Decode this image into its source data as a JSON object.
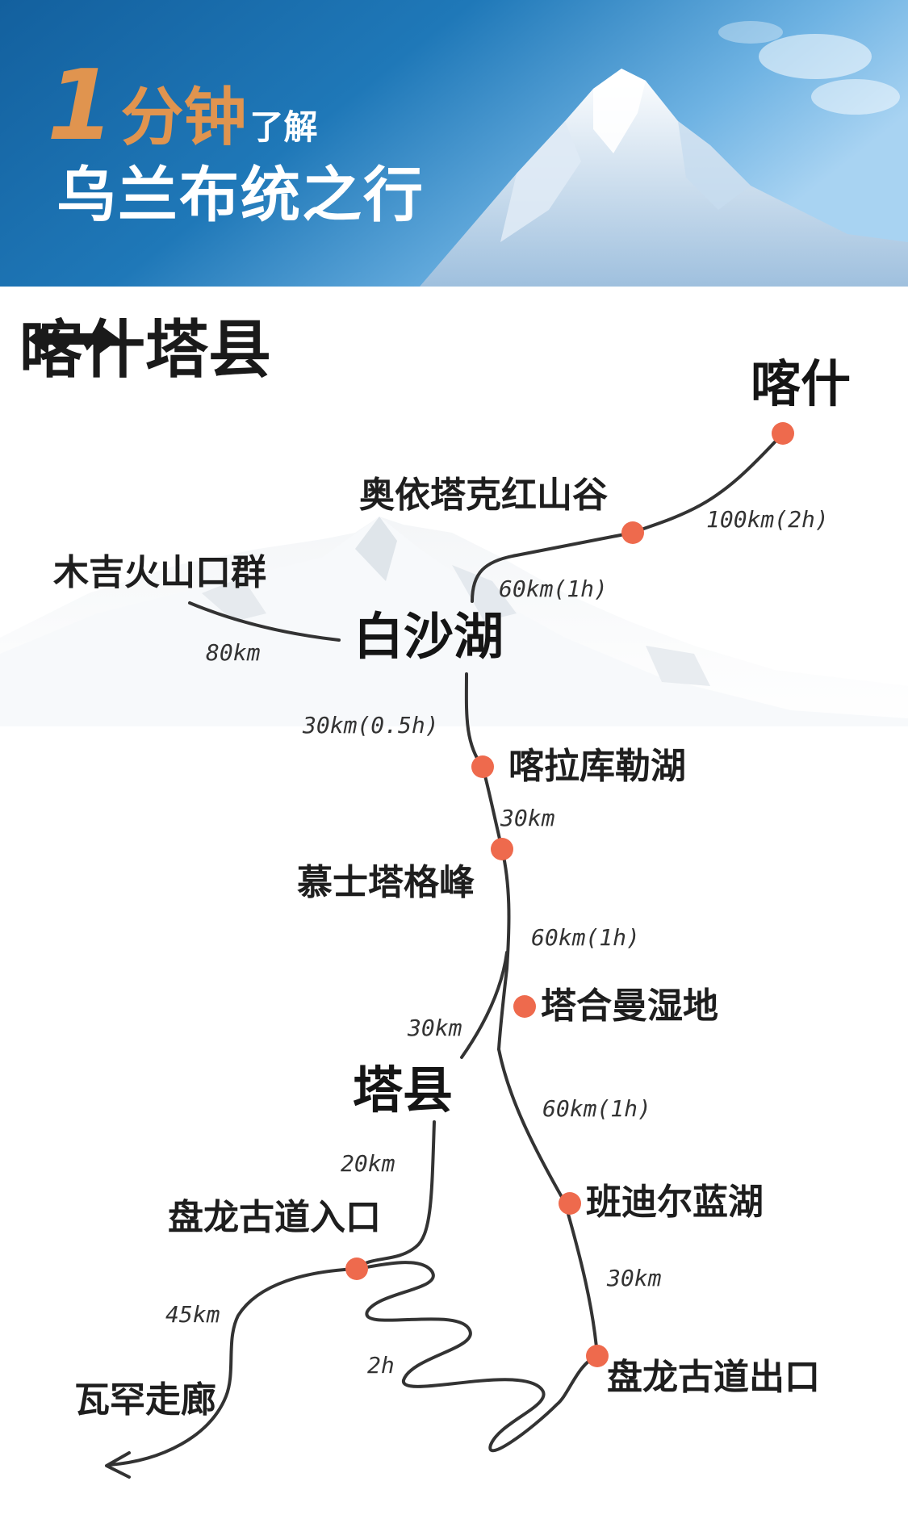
{
  "header": {
    "number": "1",
    "big": "分钟",
    "small": "了解",
    "subtitle": "乌兰布统之行"
  },
  "route_title": {
    "from": "喀什",
    "to": "塔县"
  },
  "places": {
    "kashi": "喀什",
    "aoyi": "奥依塔克红山谷",
    "muji": "木吉火山口群",
    "baisha": "白沙湖",
    "kala": "喀拉库勒湖",
    "muztag": "慕士塔格峰",
    "taheman": "塔合曼湿地",
    "taxian": "塔县",
    "banji": "班迪尔蓝湖",
    "panlong_in": "盘龙古道入口",
    "panlong_out": "盘龙古道出口",
    "wahan": "瓦罕走廊"
  },
  "distances": {
    "kashi_aoyi": "100km(2h)",
    "aoyi_baisha": "60km(1h)",
    "muji_baisha": "80km",
    "baisha_kala": "30km(0.5h)",
    "kala_muztag": "30km",
    "muztag_taheman": "60km(1h)",
    "taheman_taxian": "30km",
    "taheman_banji": "60km(1h)",
    "taxian_panlong": "20km",
    "banji_out": "30km",
    "panlong_wahan": "45km",
    "panlong_loop": "2h"
  },
  "colors": {
    "header_blue": "#1a73b0",
    "accent_orange": "#e0944f",
    "dot": "#ee6a4d",
    "road": "#333333"
  }
}
